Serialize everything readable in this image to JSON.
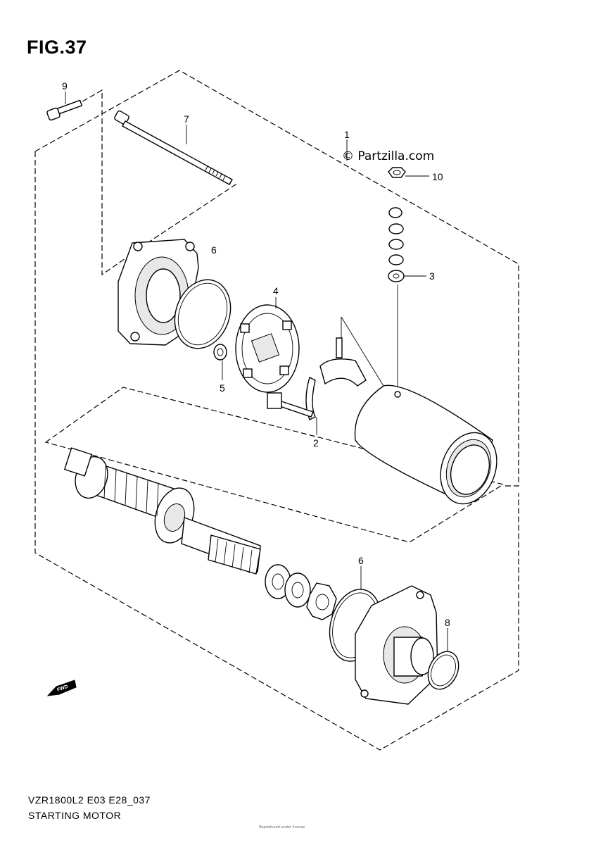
{
  "figure": {
    "title": "FIG.37",
    "model_code": "VZR1800L2 E03 E28_037",
    "caption": "STARTING MOTOR",
    "watermark": "© Partzilla.com",
    "fine_print": "Reproduced under license"
  },
  "callouts": [
    "9",
    "7",
    "1",
    "10",
    "6",
    "3",
    "4",
    "5",
    "2",
    "6",
    "8"
  ],
  "direction_marker": "FWD"
}
